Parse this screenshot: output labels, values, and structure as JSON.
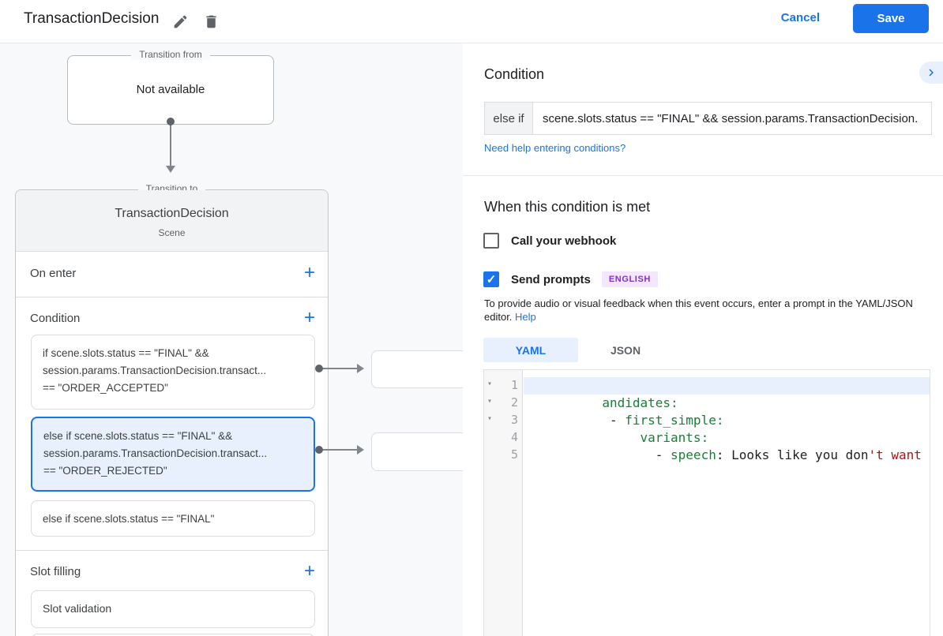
{
  "header": {
    "title": "TransactionDecision",
    "cancel_label": "Cancel",
    "save_label": "Save"
  },
  "icons": {
    "edit": "pencil-icon",
    "delete": "trash-icon",
    "collapse": "chevron-right-icon",
    "add": "+",
    "fold": "▾",
    "check": "✓"
  },
  "colors": {
    "accent_blue": "#1a73e8",
    "selection_blue": "#e8f0fe",
    "code_key_green": "#188038",
    "code_string_red": "#b31412",
    "badge_purple": "#8430ce",
    "canvas_gray": "#f8f9fa"
  },
  "flow": {
    "transition_from": {
      "legend": "Transition from",
      "label": "Not available"
    },
    "scene": {
      "legend": "Transition to",
      "title": "TransactionDecision",
      "subtitle": "Scene",
      "on_enter_label": "On enter",
      "condition_label": "Condition",
      "slot_filling_label": "Slot filling",
      "conditions": [
        {
          "lines": [
            "if scene.slots.status == \"FINAL\" &&",
            "session.params.TransactionDecision.transact...",
            "== \"ORDER_ACCEPTED\""
          ]
        },
        {
          "lines": [
            "else if scene.slots.status == \"FINAL\" &&",
            "session.params.TransactionDecision.transact...",
            "== \"ORDER_REJECTED\""
          ]
        },
        {
          "lines": [
            "else if scene.slots.status == \"FINAL\""
          ]
        }
      ],
      "slot_items": [
        {
          "label": "Slot validation"
        }
      ]
    }
  },
  "panel": {
    "title": "Condition",
    "condition_type": "else if",
    "condition_value": "scene.slots.status == \"FINAL\" && session.params.TransactionDecision.",
    "help_link": "Need help entering conditions?",
    "when_met_title": "When this condition is met",
    "webhook_label": "Call your webhook",
    "prompts_label": "Send prompts",
    "language_badge": "ENGLISH",
    "description": "To provide audio or visual feedback when this event occurs, enter a prompt in the YAML/JSON editor.",
    "description_help": "Help",
    "tabs": {
      "yaml": "YAML",
      "json": "JSON"
    },
    "editor": {
      "line_numbers": [
        "1",
        "2",
        "3",
        "4",
        "5"
      ],
      "lines": [
        {
          "segs": [
            {
              "c": "key",
              "t": "andidates:"
            }
          ]
        },
        {
          "segs": [
            {
              "c": "plain",
              "t": " - "
            },
            {
              "c": "key",
              "t": "first_simple:"
            }
          ]
        },
        {
          "segs": [
            {
              "c": "plain",
              "t": "     "
            },
            {
              "c": "key",
              "t": "variants:"
            }
          ]
        },
        {
          "segs": [
            {
              "c": "plain",
              "t": "       - "
            },
            {
              "c": "key",
              "t": "speech"
            },
            {
              "c": "plain",
              "t": ": Looks like you don"
            },
            {
              "c": "string",
              "t": "'t want to order anyt"
            }
          ]
        },
        {
          "segs": []
        }
      ]
    }
  }
}
